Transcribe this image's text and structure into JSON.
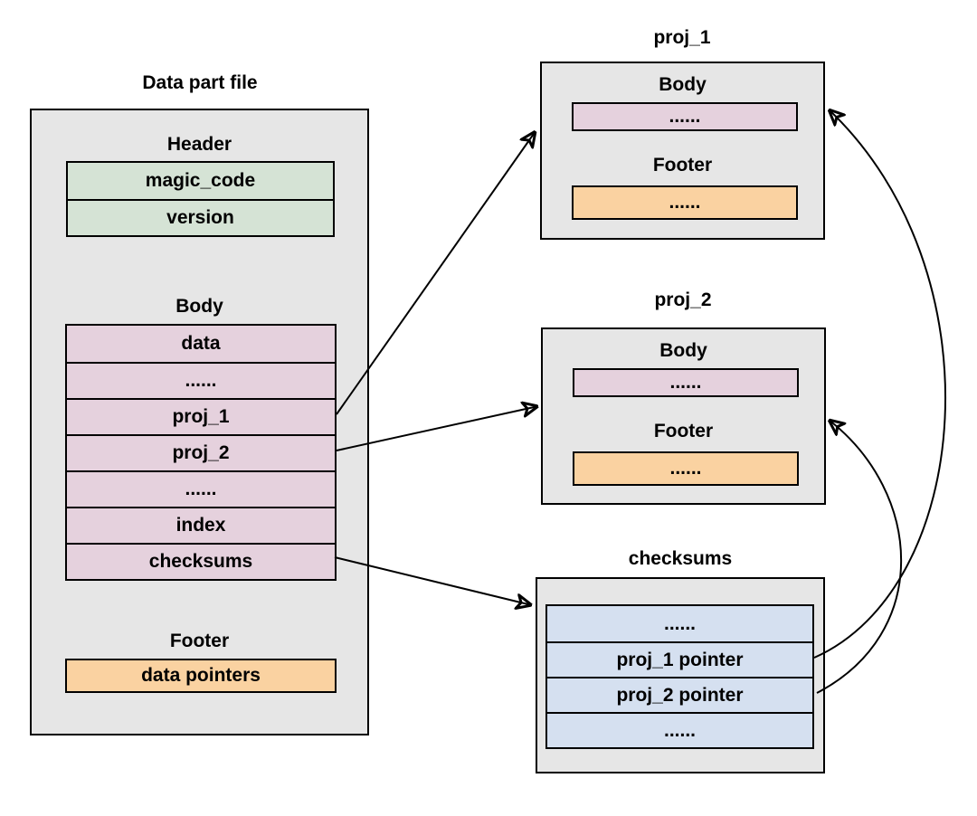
{
  "data_part_file": {
    "title": "Data part file",
    "header": {
      "label": "Header",
      "rows": [
        "magic_code",
        "version"
      ]
    },
    "body": {
      "label": "Body",
      "rows": [
        "data",
        "......",
        "proj_1",
        "proj_2",
        "......",
        "index",
        "checksums"
      ]
    },
    "footer": {
      "label": "Footer",
      "rows": [
        "data pointers"
      ]
    }
  },
  "proj_1": {
    "title": "proj_1",
    "body_label": "Body",
    "body_row": "......",
    "footer_label": "Footer",
    "footer_row": "......"
  },
  "proj_2": {
    "title": "proj_2",
    "body_label": "Body",
    "body_row": "......",
    "footer_label": "Footer",
    "footer_row": "......"
  },
  "checksums": {
    "title": "checksums",
    "rows": [
      "......",
      "proj_1 pointer",
      "proj_2 pointer",
      "......"
    ]
  },
  "connections": [
    {
      "from": "data_part_file.body.proj_1",
      "to": "proj_1 box (left edge)"
    },
    {
      "from": "data_part_file.body.proj_2",
      "to": "proj_2 box (left edge)"
    },
    {
      "from": "data_part_file.body.checksums",
      "to": "checksums box (left edge)"
    },
    {
      "from": "checksums.proj_1 pointer",
      "to": "proj_1 box (right edge)"
    },
    {
      "from": "checksums.proj_2 pointer",
      "to": "proj_2 box (right edge)"
    }
  ],
  "colors": {
    "background": "#ffffff",
    "container_fill": "#e6e6e6",
    "header_row_fill": "#d5e3d5",
    "body_row_fill": "#e5d1dd",
    "footer_row_fill": "#fad2a1",
    "checksums_row_fill": "#d5e0f0",
    "stroke": "#000000"
  }
}
